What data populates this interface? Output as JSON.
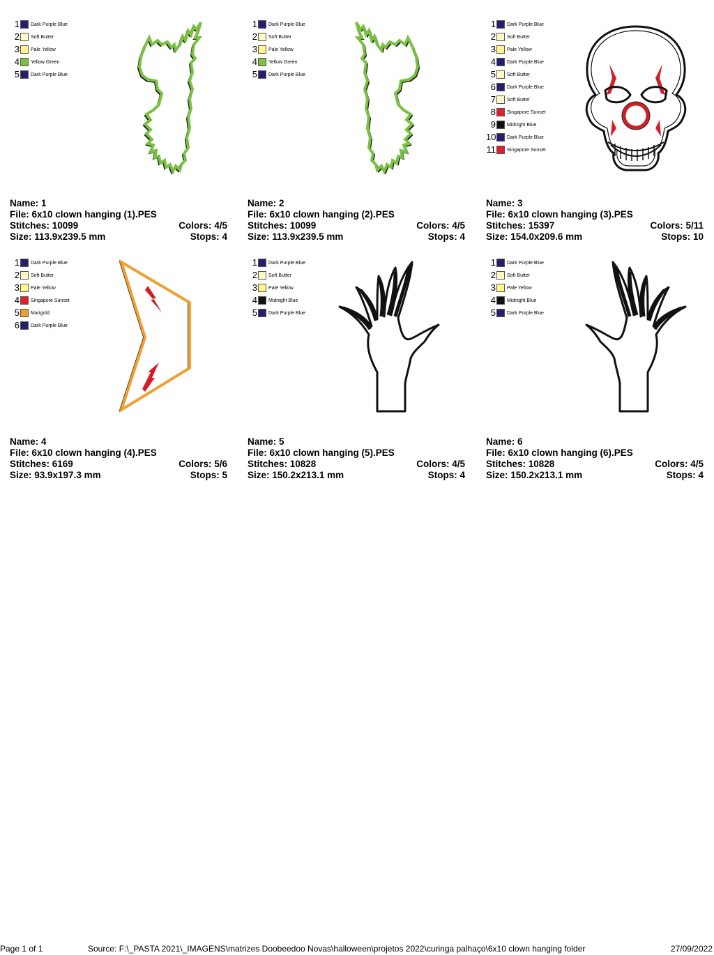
{
  "colors": {
    "dark_purple_blue": "#231f6e",
    "soft_butter": "#fff7c6",
    "pale_yellow": "#fff58a",
    "yellow_green": "#7ac142",
    "singapore_sunset": "#e0202a",
    "midnight_blue": "#111111",
    "marigold": "#f0a030"
  },
  "designs": [
    {
      "legend": [
        {
          "num": "1",
          "name": "Dark Purple Blue",
          "color": "#231f6e"
        },
        {
          "num": "2",
          "name": "Soft Butter",
          "color": "#fff7c6"
        },
        {
          "num": "3",
          "name": "Pale Yellow",
          "color": "#fff58a"
        },
        {
          "num": "4",
          "name": "Yellow Green",
          "color": "#7ac142"
        },
        {
          "num": "5",
          "name": "Dark Purple Blue",
          "color": "#231f6e"
        }
      ],
      "name": "Name: 1",
      "file": "File: 6x10 clown hanging (1).PES",
      "stitches": "Stitches: 10099",
      "colors": "Colors: 4/5",
      "size": "Size: 113.9x239.5 mm",
      "stops": "Stops: 4"
    },
    {
      "legend": [
        {
          "num": "1",
          "name": "Dark Purple Blue",
          "color": "#231f6e"
        },
        {
          "num": "2",
          "name": "Soft Butter",
          "color": "#fff7c6"
        },
        {
          "num": "3",
          "name": "Pale Yellow",
          "color": "#fff58a"
        },
        {
          "num": "4",
          "name": "Yellow Green",
          "color": "#7ac142"
        },
        {
          "num": "5",
          "name": "Dark Purple Blue",
          "color": "#231f6e"
        }
      ],
      "name": "Name: 2",
      "file": "File: 6x10 clown hanging (2).PES",
      "stitches": "Stitches: 10099",
      "colors": "Colors: 4/5",
      "size": "Size: 113.9x239.5 mm",
      "stops": "Stops: 4"
    },
    {
      "legend": [
        {
          "num": "1",
          "name": "Dark Purple Blue",
          "color": "#231f6e"
        },
        {
          "num": "2",
          "name": "Soft Butter",
          "color": "#fff7c6"
        },
        {
          "num": "3",
          "name": "Pale Yellow",
          "color": "#fff58a"
        },
        {
          "num": "4",
          "name": "Dark Purple Blue",
          "color": "#231f6e"
        },
        {
          "num": "5",
          "name": "Soft Butter",
          "color": "#fff7c6"
        },
        {
          "num": "6",
          "name": "Dark Purple Blue",
          "color": "#231f6e"
        },
        {
          "num": "7",
          "name": "Soft Butter",
          "color": "#fff7c6"
        },
        {
          "num": "8",
          "name": "Singapore Sunset",
          "color": "#e0202a"
        },
        {
          "num": "9",
          "name": "Midnight Blue",
          "color": "#111111"
        },
        {
          "num": "10",
          "name": "Dark Purple Blue",
          "color": "#231f6e"
        },
        {
          "num": "11",
          "name": "Singapore Sunset",
          "color": "#e0202a"
        }
      ],
      "name": "Name: 3",
      "file": "File: 6x10 clown hanging (3).PES",
      "stitches": "Stitches: 15397",
      "colors": "Colors: 5/11",
      "size": "Size: 154.0x209.6 mm",
      "stops": "Stops: 10"
    },
    {
      "legend": [
        {
          "num": "1",
          "name": "Dark Purple Blue",
          "color": "#231f6e"
        },
        {
          "num": "2",
          "name": "Soft Butter",
          "color": "#fff7c6"
        },
        {
          "num": "3",
          "name": "Pale Yellow",
          "color": "#fff58a"
        },
        {
          "num": "4",
          "name": "Singapore Sunset",
          "color": "#e0202a"
        },
        {
          "num": "5",
          "name": "Marigold",
          "color": "#f0a030"
        },
        {
          "num": "6",
          "name": "Dark Purple Blue",
          "color": "#231f6e"
        }
      ],
      "name": "Name: 4",
      "file": "File: 6x10 clown hanging (4).PES",
      "stitches": "Stitches: 6169",
      "colors": "Colors: 5/6",
      "size": "Size: 93.9x197.3 mm",
      "stops": "Stops: 5"
    },
    {
      "legend": [
        {
          "num": "1",
          "name": "Dark Purple Blue",
          "color": "#231f6e"
        },
        {
          "num": "2",
          "name": "Soft Butter",
          "color": "#fff7c6"
        },
        {
          "num": "3",
          "name": "Pale Yellow",
          "color": "#fff58a"
        },
        {
          "num": "4",
          "name": "Midnight Blue",
          "color": "#111111"
        },
        {
          "num": "5",
          "name": "Dark Purple Blue",
          "color": "#231f6e"
        }
      ],
      "name": "Name: 5",
      "file": "File: 6x10 clown hanging (5).PES",
      "stitches": "Stitches: 10828",
      "colors": "Colors: 4/5",
      "size": "Size: 150.2x213.1 mm",
      "stops": "Stops: 4"
    },
    {
      "legend": [
        {
          "num": "1",
          "name": "Dark Purple Blue",
          "color": "#231f6e"
        },
        {
          "num": "2",
          "name": "Soft Butter",
          "color": "#fff7c6"
        },
        {
          "num": "3",
          "name": "Pale Yellow",
          "color": "#fff58a"
        },
        {
          "num": "4",
          "name": "Midnight Blue",
          "color": "#111111"
        },
        {
          "num": "5",
          "name": "Dark Purple Blue",
          "color": "#231f6e"
        }
      ],
      "name": "Name: 6",
      "file": "File: 6x10 clown hanging (6).PES",
      "stitches": "Stitches: 10828",
      "colors": "Colors: 4/5",
      "size": "Size: 150.2x213.1 mm",
      "stops": "Stops: 4"
    }
  ],
  "footer": {
    "page": "Page 1 of 1",
    "source": "Source: F:\\_PASTA 2021\\_IMAGENS\\matrizes Doobeedoo Novas\\halloween\\projetos 2022\\curinga palhaço\\6x10 clown hanging folder",
    "date": "27/09/2022"
  }
}
